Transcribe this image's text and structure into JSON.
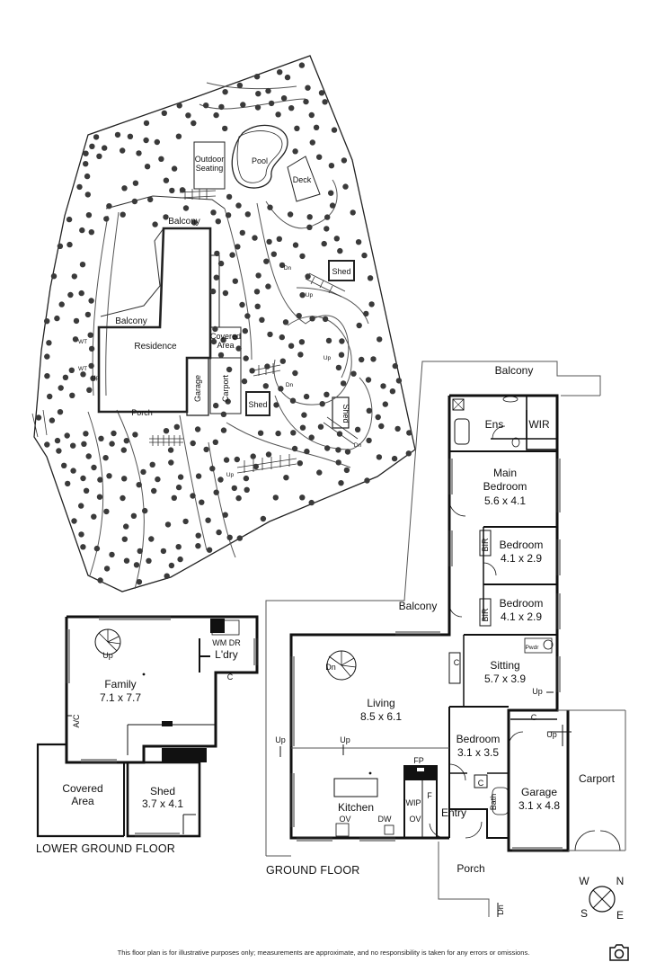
{
  "site": {
    "outdoor_seating": [
      "Outdoor",
      "Seating"
    ],
    "pool": "Pool",
    "deck": "Deck",
    "balcony": "Balcony",
    "balcony_lower": "Balcony",
    "residence": "Residence",
    "covered_area": [
      "Covered",
      "Area"
    ],
    "carport": "Carport",
    "garage": "Garage",
    "porch": "Porch",
    "shed": "Shed",
    "shed2": "Shed",
    "shed3": "Shed",
    "up": "Up",
    "dn": "Dn",
    "wt": "WT"
  },
  "lower_ground": {
    "title": "LOWER GROUND FLOOR",
    "family": {
      "name": "Family",
      "dims": "7.1 x 7.7"
    },
    "laundry": {
      "name": "L'dry",
      "wm": "WM",
      "dr": "DR",
      "c": "C"
    },
    "ac": "A/C",
    "up": "Up",
    "covered_area": [
      "Covered",
      "Area"
    ],
    "shed": {
      "name": "Shed",
      "dims": "3.7 x 4.1"
    }
  },
  "ground": {
    "title": "GROUND FLOOR",
    "balcony_top": "Balcony",
    "balcony_mid": "Balcony",
    "ens": "Ens",
    "wir": "WIR",
    "main_bedroom": {
      "name": [
        "Main",
        "Bedroom"
      ],
      "dims": "5.6 x 4.1"
    },
    "bedroom2": {
      "name": "Bedroom",
      "dims": "4.1 x 2.9"
    },
    "bedroom3": {
      "name": "Bedroom",
      "dims": "4.1 x 2.9"
    },
    "bir": "BIR",
    "bir2": "BIR",
    "sitting": {
      "name": "Sitting",
      "dims": "5.7 x 3.9"
    },
    "pwdr": "Pwdr",
    "living": {
      "name": "Living",
      "dims": "8.5 x 6.1"
    },
    "dn": "Dn",
    "up_left": "Up",
    "up_mid": "Up",
    "up_sitting": "Up",
    "up_garage": "Up",
    "c_sitting": "C",
    "c_garage": "C",
    "c_bath": "C",
    "bedroom4": {
      "name": "Bedroom",
      "dims": "3.1 x 3.5"
    },
    "fp": "FP",
    "f": "F",
    "wip": "WIP",
    "kitchen": "Kitchen",
    "ov1": "OV",
    "dw": "DW",
    "ov2": "OV",
    "entry": "Entry",
    "bath": "Bath",
    "garage": {
      "name": "Garage",
      "dims": "3.1 x 4.8"
    },
    "carport": "Carport",
    "porch": "Porch",
    "dn_porch": "Dn"
  },
  "compass": {
    "w": "W",
    "n": "N",
    "s": "S",
    "e": "E"
  },
  "disclaimer": "This floor plan is for illustrative purposes only; measurements are approximate, and no responsibility is taken for any errors or omissions.",
  "icons": [
    "compass-icon",
    "camera-icon",
    "spiral-stair-icon",
    "tree-icon"
  ]
}
